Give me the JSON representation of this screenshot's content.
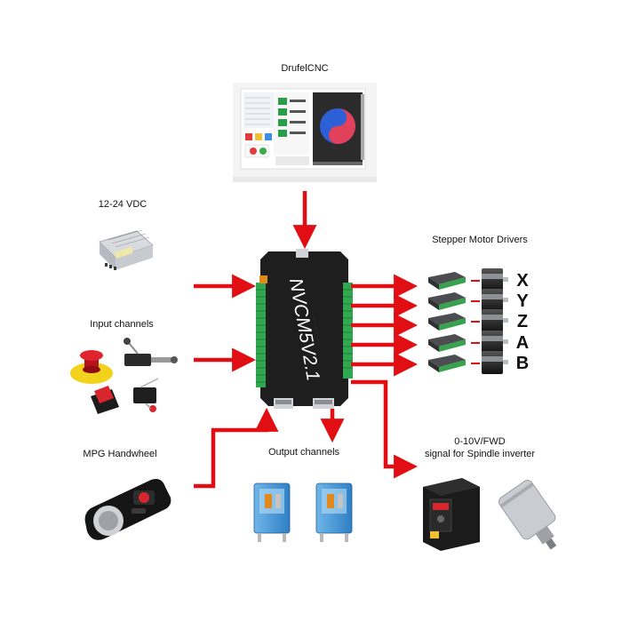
{
  "labels": {
    "software": "DrufelCNC",
    "power": "12-24 VDC",
    "inputs": "Input channels",
    "mpg": "MPG Handwheel",
    "outputs": "Output channels",
    "drivers": "Stepper Motor Drivers",
    "spindle_line1": "0-10V/FWD",
    "spindle_line2": "signal for Spindle inverter"
  },
  "controller": {
    "model": "NVCM5V2.1"
  },
  "axes": [
    "X",
    "Y",
    "Z",
    "A",
    "B"
  ],
  "colors": {
    "arrow": "#e10f14",
    "board": "#1e1e1e",
    "terminal": "#2fa84f"
  }
}
